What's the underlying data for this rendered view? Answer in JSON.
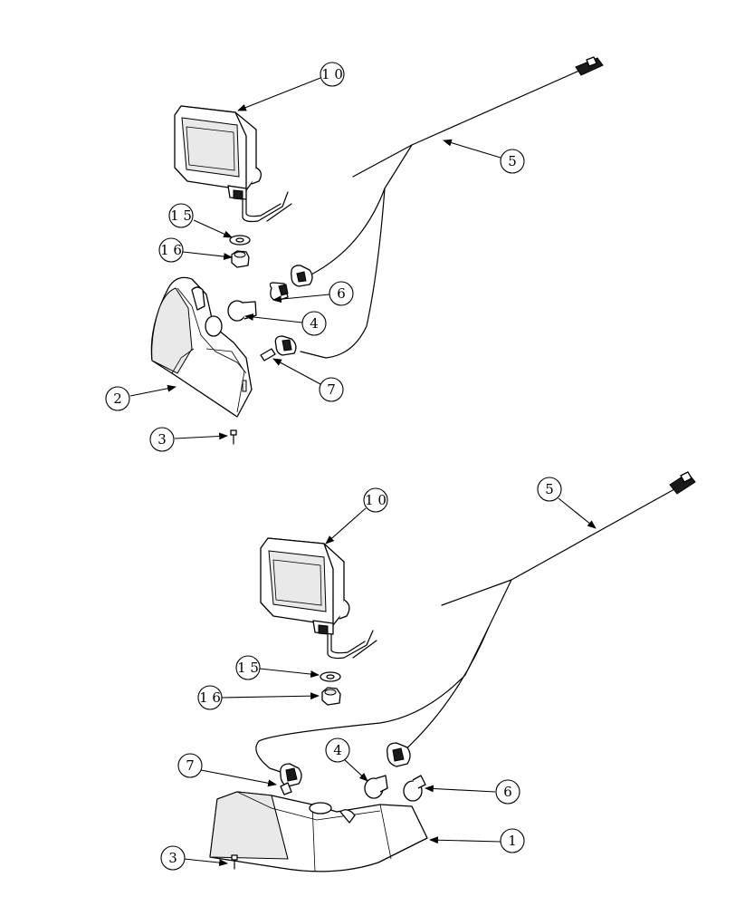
{
  "callouts_top": [
    {
      "label": "1 0"
    },
    {
      "label": "5"
    },
    {
      "label": "1 5"
    },
    {
      "label": "1 6"
    },
    {
      "label": "6"
    },
    {
      "label": "4"
    },
    {
      "label": "7"
    },
    {
      "label": "2"
    },
    {
      "label": "3"
    }
  ],
  "callouts_bottom": [
    {
      "label": "1 0"
    },
    {
      "label": "5"
    },
    {
      "label": "1 5"
    },
    {
      "label": "1 6"
    },
    {
      "label": "4"
    },
    {
      "label": "7"
    },
    {
      "label": "6"
    },
    {
      "label": "1"
    },
    {
      "label": "3"
    }
  ]
}
